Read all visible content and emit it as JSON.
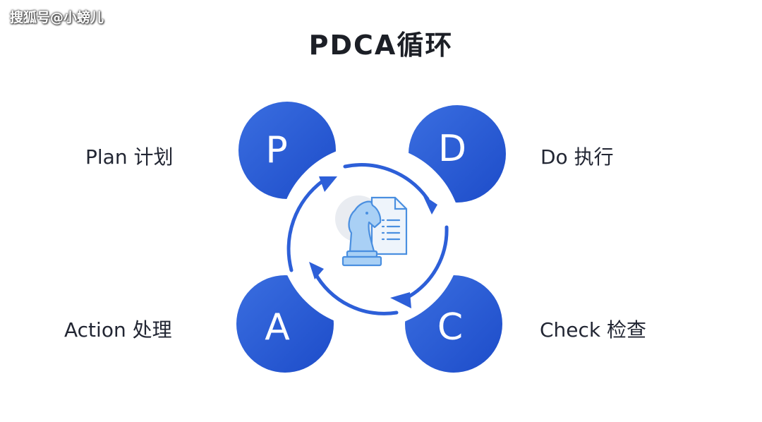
{
  "watermark": "搜狐号@小螃儿",
  "title": "PDCA循环",
  "colors": {
    "primary": "#2b5cd6",
    "primary_dark": "#1a48c8",
    "icon_outline": "#4a8fe0",
    "icon_fill": "#a9d0f5",
    "icon_bg": "#e9ecf1"
  },
  "icon": "chess-knight-document-icon",
  "stages": {
    "p": {
      "letter": "P",
      "label": "Plan 计划"
    },
    "d": {
      "letter": "D",
      "label": "Do 执行"
    },
    "a": {
      "letter": "A",
      "label": "Action 处理"
    },
    "c": {
      "letter": "C",
      "label": "Check 检查"
    }
  }
}
